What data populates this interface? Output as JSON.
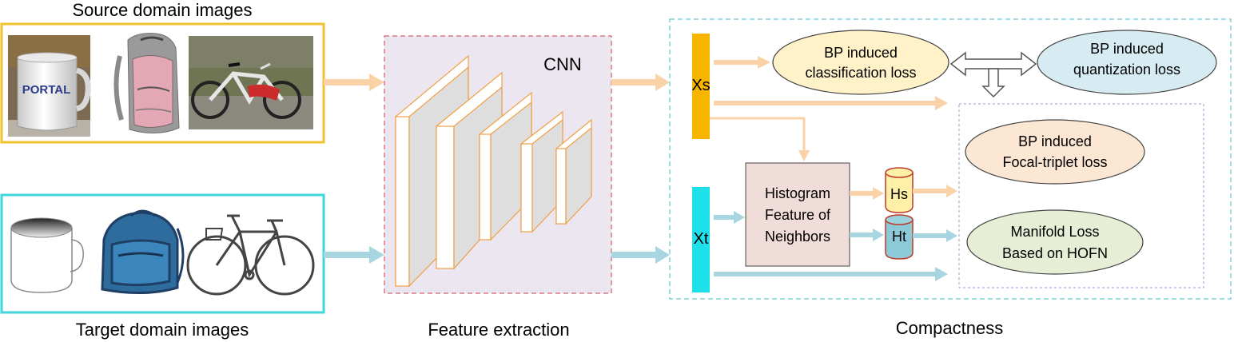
{
  "source": {
    "title": "Source domain images",
    "icons": [
      "mug-photo-icon",
      "backpack-photo-icon",
      "bicycle-photo-icon"
    ],
    "mug_text": "PORTAL"
  },
  "target": {
    "title": "Target domain images",
    "icons": [
      "mug-sketch-icon",
      "backpack-sketch-icon",
      "bicycle-sketch-icon"
    ]
  },
  "feature": {
    "title": "Feature extraction",
    "cnn_label": "CNN"
  },
  "compact": {
    "title": "Compactness",
    "xs_label": "Xs",
    "xt_label": "Xt",
    "hs_label": "Hs",
    "ht_label": "Ht",
    "histogram": {
      "line1": "Histogram",
      "line2": "Feature of",
      "line3": "Neighbors"
    },
    "bp_class": {
      "line1": "BP induced",
      "line2": "classification loss"
    },
    "bp_quant": {
      "line1": "BP induced",
      "line2": "quantization loss"
    },
    "bp_focal": {
      "line1": "BP induced",
      "line2": "Focal-triplet loss"
    },
    "manifold": {
      "line1": "Manifold Loss",
      "line2": "Based on HOFN"
    }
  },
  "colors": {
    "source_border": "#f2c12e",
    "target_border": "#3fd6dc",
    "source_arrow": "#f9d2a8",
    "target_arrow": "#a7d6e0",
    "xs_bar": "#f7b500",
    "xt_bar": "#1ee0ea",
    "cnn_bg": "#ebe6ef",
    "layer_stroke": "#f0a046",
    "ellipse_yellow": "#fff2c9",
    "ellipse_blue": "#d7ecf2",
    "ellipse_orange": "#fce6d4",
    "ellipse_green": "#e6efd6",
    "histogram_bg": "#f0dcd9"
  }
}
